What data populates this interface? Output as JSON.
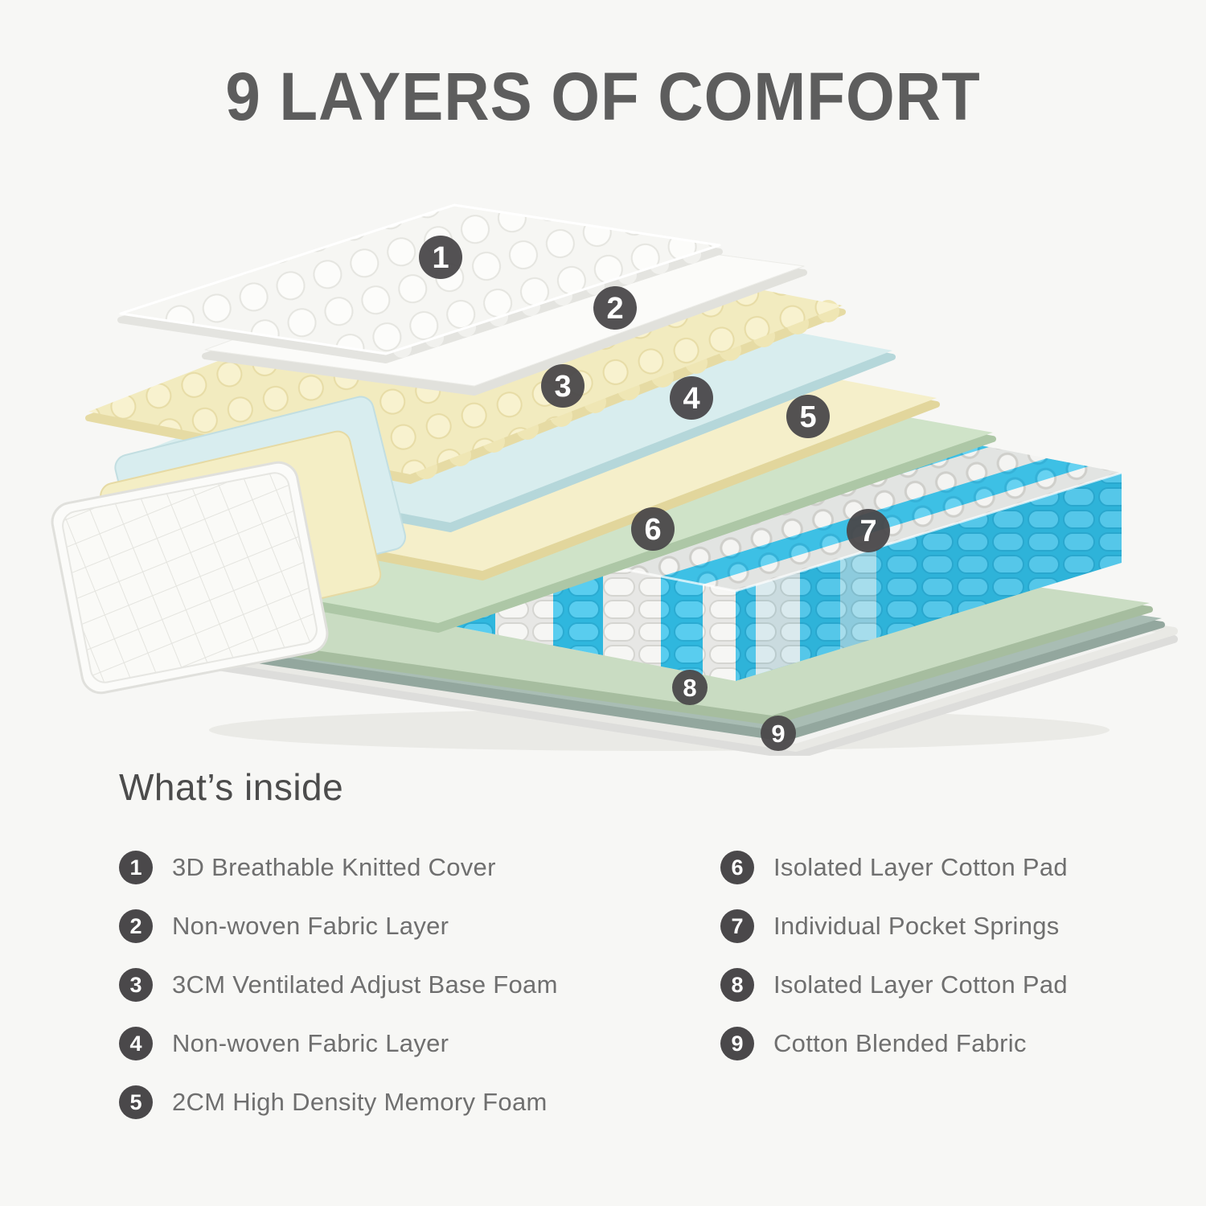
{
  "title": "9 LAYERS OF COMFORT",
  "inside": {
    "heading": "What’s inside",
    "left_items": [
      {
        "num": "1",
        "label": "3D Breathable Knitted Cover"
      },
      {
        "num": "2",
        "label": "Non-woven Fabric Layer"
      },
      {
        "num": "3",
        "label": "3CM Ventilated Adjust Base Foam"
      },
      {
        "num": "4",
        "label": "Non-woven Fabric Layer"
      },
      {
        "num": "5",
        "label": "2CM High Density Memory Foam"
      }
    ],
    "right_items": [
      {
        "num": "6",
        "label": "Isolated Layer Cotton Pad"
      },
      {
        "num": "7",
        "label": "Individual Pocket Springs"
      },
      {
        "num": "8",
        "label": "Isolated Layer Cotton Pad"
      },
      {
        "num": "9",
        "label": "Cotton Blended Fabric"
      }
    ]
  },
  "diagram": {
    "markers": [
      {
        "num": "1"
      },
      {
        "num": "2"
      },
      {
        "num": "3"
      },
      {
        "num": "4"
      },
      {
        "num": "5"
      },
      {
        "num": "6"
      },
      {
        "num": "7"
      },
      {
        "num": "8"
      },
      {
        "num": "9"
      }
    ],
    "colors": {
      "cover_white": "#f8f8f6",
      "fabric_white": "#fbfbf9",
      "foam_cream": "#f2ebbf",
      "sheet_cyan": "#d8edee",
      "memory_cream": "#f5efca",
      "pad_green": "#cfe3c8",
      "spring_cyan": "#41c3e7",
      "spring_white": "#f0f0ee",
      "base_green": "#c9dcc2",
      "base_teal": "#a9bdb4",
      "bottom_white": "#f3f3f1",
      "marker_bg": "#4a484a"
    }
  }
}
